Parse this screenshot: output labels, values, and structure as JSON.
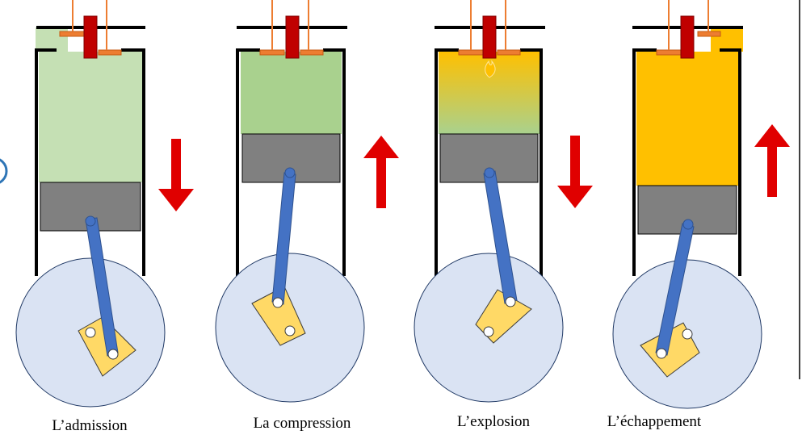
{
  "colors": {
    "fresh_gas": "#c5e0b4",
    "compressed_gas": "#a9d18e",
    "burning_gas_top": "#ffc000",
    "burning_gas_bottom": "#a9d18e",
    "exhaust_gas": "#ffc000",
    "piston": "#808080",
    "rod": "#4472c4",
    "flywheel": "#dae3f3",
    "flywheel_stroke": "#1f3864",
    "crank": "#ffd966",
    "spark_plug": "#c00000",
    "valve": "#ed7d31",
    "arrow": "#e00000",
    "cylinder_wall": "#000000"
  },
  "icons": {
    "arrow_down": "down-arrow-icon",
    "arrow_up": "up-arrow-icon",
    "flame": "flame-icon"
  },
  "strokes": [
    {
      "label": "L’admission",
      "piston_motion": "down",
      "gas": "fresh_gas",
      "intake_valve": "open",
      "exhaust_valve": "closed",
      "spark": false
    },
    {
      "label": "La compression",
      "piston_motion": "up",
      "gas": "compressed_gas",
      "intake_valve": "closed",
      "exhaust_valve": "closed",
      "spark": false
    },
    {
      "label": "L’explosion",
      "piston_motion": "down",
      "gas": "burning_gas",
      "intake_valve": "closed",
      "exhaust_valve": "closed",
      "spark": true
    },
    {
      "label": "L’échappement",
      "piston_motion": "up",
      "gas": "exhaust_gas",
      "intake_valve": "closed",
      "exhaust_valve": "open",
      "spark": false
    }
  ]
}
